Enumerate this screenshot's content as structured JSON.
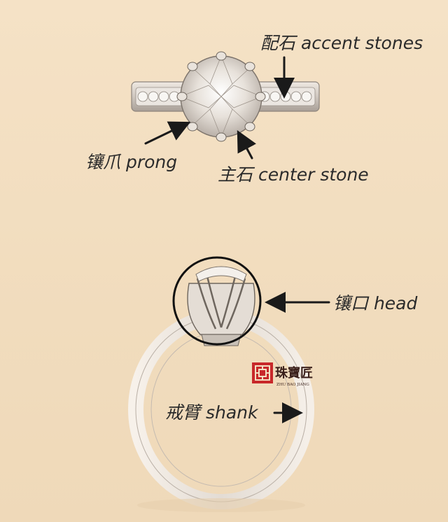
{
  "labels": {
    "accent_stones": "配石 accent stones",
    "prong": "镶爪 prong",
    "center_stone": "主石 center stone",
    "head": "镶口 head",
    "shank": "戒臂 shank"
  },
  "logo": {
    "cn": "珠寶匠",
    "en": "ZHU BAO JIANG"
  },
  "colors": {
    "paper": "#f3dfc2",
    "ink": "#1a1a1a",
    "metal": "#d9d4cc",
    "logo_red": "#c8282a"
  }
}
